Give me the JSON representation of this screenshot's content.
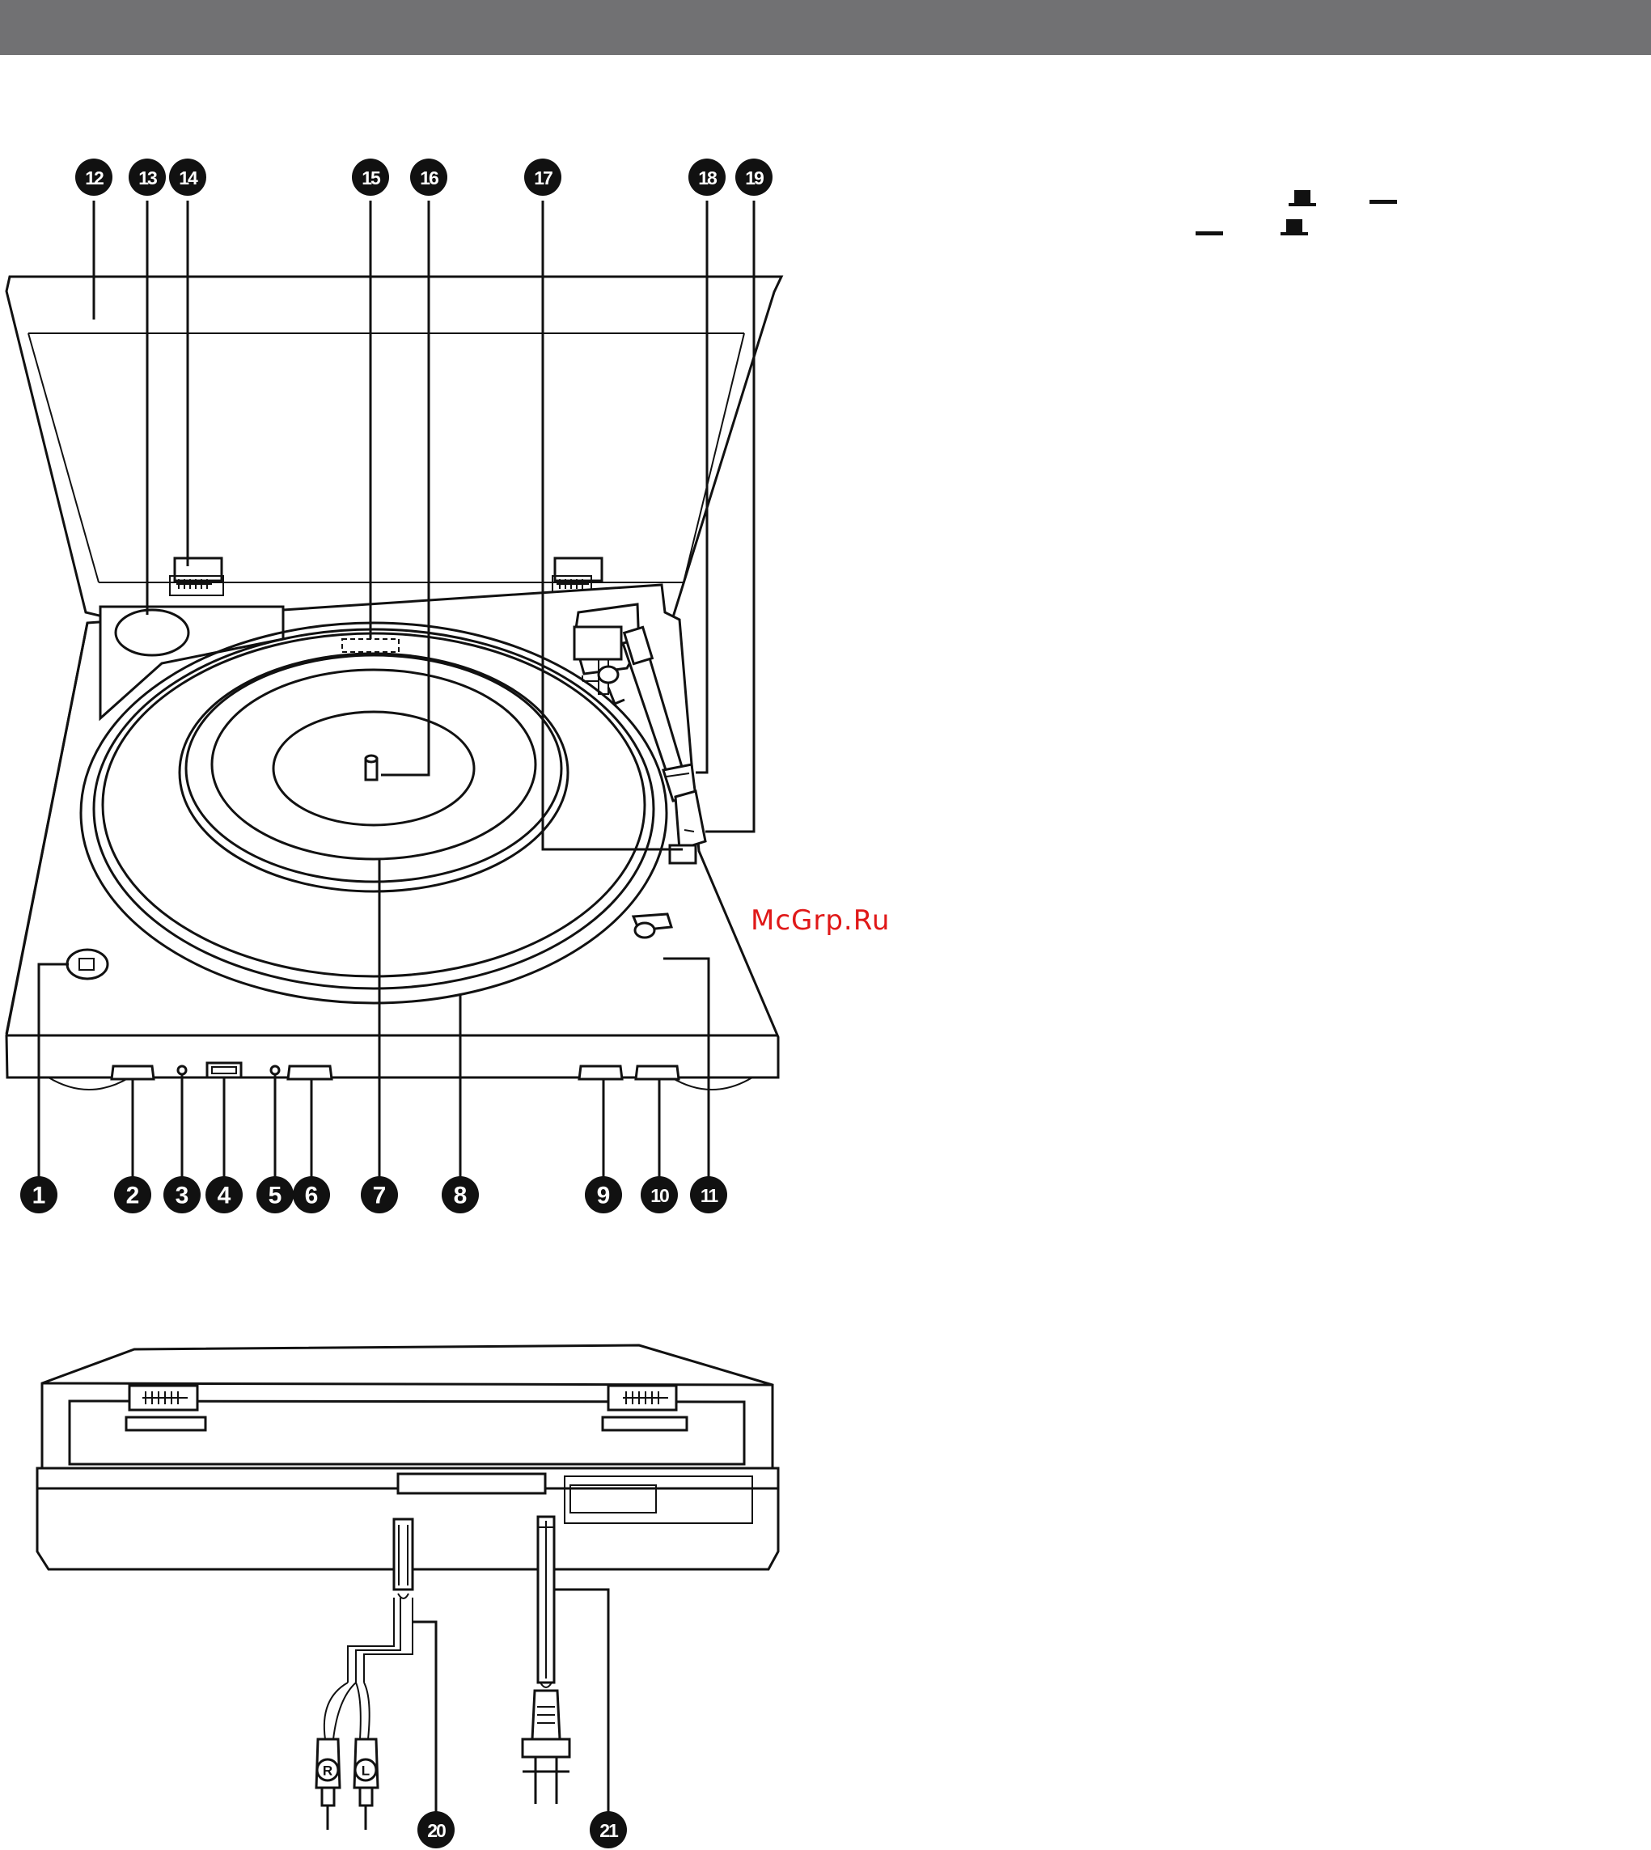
{
  "callouts": [
    {
      "id": 1,
      "label": "1"
    },
    {
      "id": 2,
      "label": "2"
    },
    {
      "id": 3,
      "label": "3"
    },
    {
      "id": 4,
      "label": "4"
    },
    {
      "id": 5,
      "label": "5"
    },
    {
      "id": 6,
      "label": "6"
    },
    {
      "id": 7,
      "label": "7"
    },
    {
      "id": 8,
      "label": "8"
    },
    {
      "id": 9,
      "label": "9"
    },
    {
      "id": 10,
      "label": "10"
    },
    {
      "id": 11,
      "label": "11"
    },
    {
      "id": 12,
      "label": "12"
    },
    {
      "id": 13,
      "label": "13"
    },
    {
      "id": 14,
      "label": "14"
    },
    {
      "id": 15,
      "label": "15"
    },
    {
      "id": 16,
      "label": "16"
    },
    {
      "id": 17,
      "label": "17"
    },
    {
      "id": 18,
      "label": "18"
    },
    {
      "id": 19,
      "label": "19"
    },
    {
      "id": 20,
      "label": "20"
    },
    {
      "id": 21,
      "label": "21"
    }
  ],
  "rca_plugs": {
    "right": "R",
    "left": "L"
  },
  "watermark": "McGrp.Ru"
}
